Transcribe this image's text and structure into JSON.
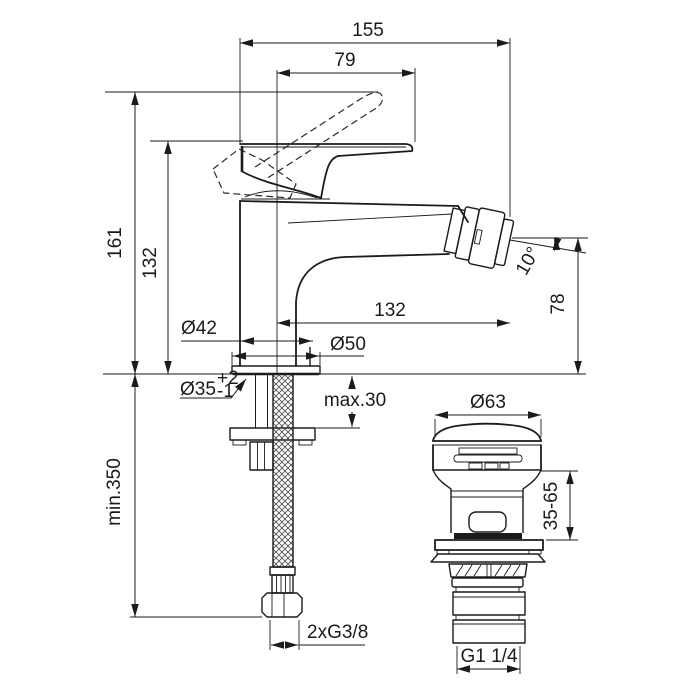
{
  "drawing": {
    "type": "technical dimension drawing",
    "product": "single-lever bidet mixer with flexible supply hose and pop-up waste"
  },
  "labels": {
    "total_projection": "155",
    "handle_projection": "79",
    "height_open": "161",
    "height_closed": "132",
    "spout_projection": "132",
    "body_dia": "Ø42",
    "base_dia": "Ø50",
    "hole_dia": "Ø35",
    "hole_tol_plus": "+2",
    "hole_tol_minus": "-1",
    "max_deck": "max.30",
    "min_hose": "min.350",
    "outlet_height": "78",
    "outlet_angle": "10°",
    "supply_thread": "2xG3/8",
    "waste_cap_dia": "Ø63",
    "waste_clamp": "35-65",
    "waste_thread": "G1 1/4"
  }
}
